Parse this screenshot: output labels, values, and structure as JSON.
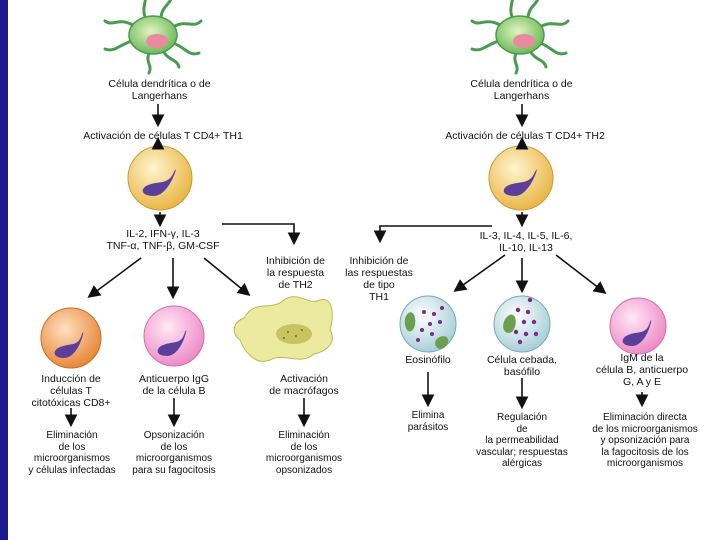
{
  "left": {
    "dc_label": [
      "Célula dendrítica o de",
      "Langerhans"
    ],
    "activation": "Activación de células T CD4+ TH1",
    "cytokines": [
      "IL-2, IFN-γ, IL-3",
      "TNF-α, TNF-β, GM-CSF"
    ],
    "inhibition": [
      "Inhibición de",
      "la respuesta",
      "de TH2"
    ],
    "targets": [
      {
        "label": [
          "Inducción de",
          "células T",
          "citotóxicas CD8+"
        ],
        "result": [
          "Eliminación",
          "de los",
          "microorganismos",
          "y células infectadas"
        ]
      },
      {
        "label": [
          "Anticuerpo IgG",
          "de la célula B"
        ],
        "result": [
          "Opsonización",
          "de los",
          "microorganismos",
          "para su fagocitosis"
        ]
      },
      {
        "label": [
          "Activación",
          "de macrófagos"
        ],
        "result": [
          "Eliminación",
          "de los",
          "microorganismos",
          "opsonizados"
        ]
      }
    ]
  },
  "right": {
    "dc_label": [
      "Célula dendrítica o de",
      "Langerhans"
    ],
    "activation": "Activación de células T CD4+ TH2",
    "cytokines": [
      "IL-3, IL-4, IL-5, IL-6,",
      "IL-10, IL-13"
    ],
    "inhibition": [
      "Inhibición de",
      "las respuestas",
      "de tipo",
      "TH1"
    ],
    "targets": [
      {
        "label": [
          "Eosinófilo"
        ],
        "result": [
          "Elimina",
          "parásitos"
        ]
      },
      {
        "label": [
          "Célula cebada,",
          "basófilo"
        ],
        "result": [
          "Regulación",
          "de",
          "la permeabilidad",
          "vascular; respuestas",
          "alérgicas"
        ]
      },
      {
        "label": [
          "IgM de la",
          "célula B, anticuerpo",
          "G, A y E"
        ],
        "result": [
          "Eliminación directa",
          "de los microorganismos",
          "y opsonización para",
          "la fagocitosis de los",
          "microorganismos"
        ]
      }
    ]
  },
  "colors": {
    "frame": "#1a1a8c",
    "dendritic": "#6fbf73",
    "tcell": "#f2c55a",
    "nucleus": "#5b3f9a",
    "cd8": "#f0a05a",
    "bcell": "#f4a9d4",
    "macrophage": "#e8e69a",
    "granulocyte": "#c8e6e8"
  }
}
